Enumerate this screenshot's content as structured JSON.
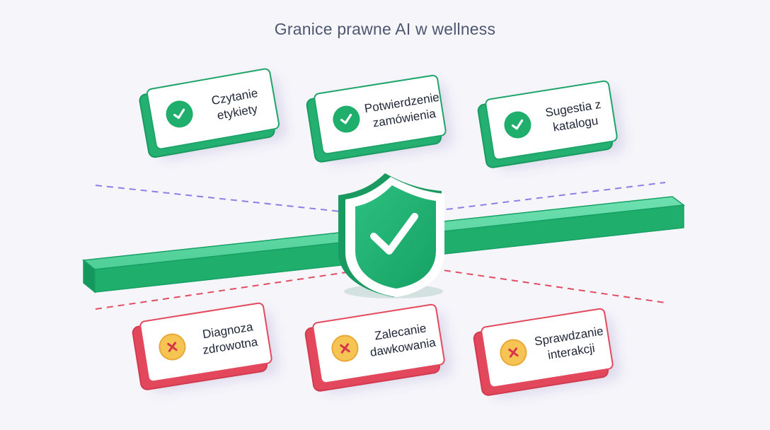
{
  "title": "Granice prawne AI w wellness",
  "colors": {
    "allowed": "#1fa56a",
    "forbidden": "#e34a5d",
    "warning_badge": "#f6c453",
    "divider_top": "#8b7fe6",
    "divider_bottom": "#e24d62",
    "text": "#1f2638",
    "title": "#4d5770"
  },
  "center_icon": "shield-check-icon",
  "allowed": [
    {
      "label": "Czytanie etykiety",
      "icon": "check-circle-icon"
    },
    {
      "label": "Potwierdzenie zamówienia",
      "icon": "check-circle-icon"
    },
    {
      "label": "Sugestia z katalogu",
      "icon": "check-circle-icon"
    }
  ],
  "forbidden": [
    {
      "label": "Diagnoza zdrowotna",
      "icon": "x-circle-icon"
    },
    {
      "label": "Zalecanie dawkowania",
      "icon": "x-circle-icon"
    },
    {
      "label": "Sprawdzanie interakcji",
      "icon": "x-circle-icon"
    }
  ]
}
